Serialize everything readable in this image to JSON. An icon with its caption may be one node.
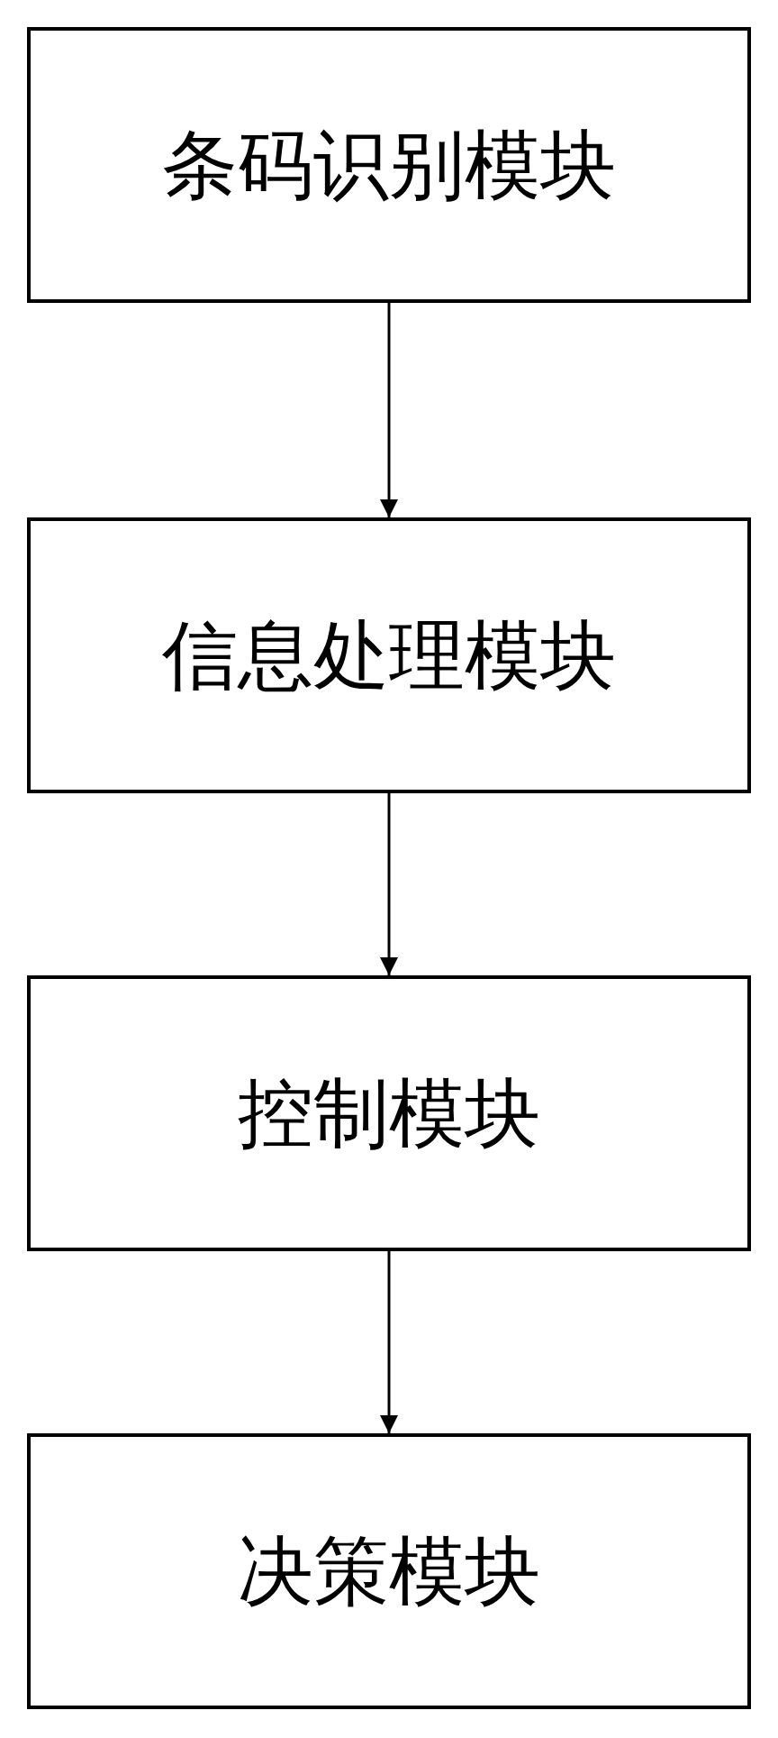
{
  "diagram": {
    "nodes": [
      {
        "text": [
          "条码识别模块"
        ]
      },
      {
        "text": [
          "信息处理模块"
        ]
      },
      {
        "text": [
          "控制模块"
        ]
      },
      {
        "text": [
          "决策模块"
        ]
      }
    ],
    "edges": [
      {
        "from": 0,
        "to": 1,
        "arrow": "to"
      },
      {
        "from": 1,
        "to": 2,
        "arrow": "to"
      },
      {
        "from": 2,
        "to": 3,
        "arrow": "to"
      }
    ]
  }
}
